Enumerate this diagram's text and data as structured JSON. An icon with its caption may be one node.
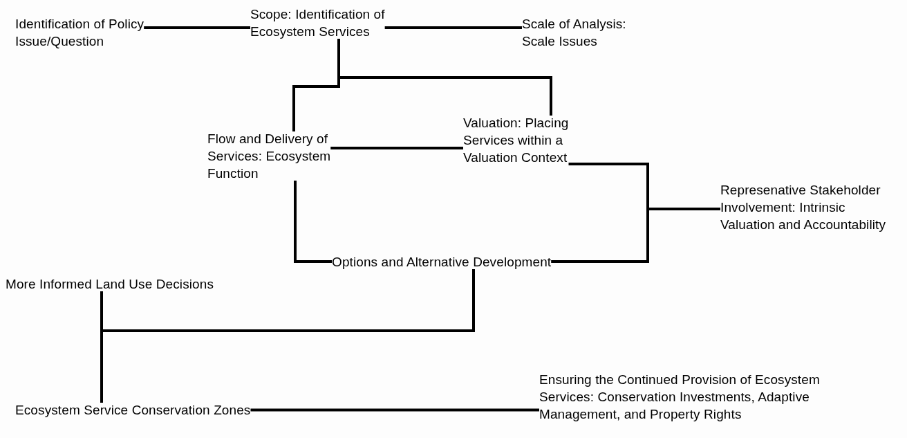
{
  "diagram": {
    "nodes": [
      {
        "text": [
          "Identification of Policy Issue/Question"
        ]
      },
      {
        "text": [
          "Scope: Identification of Ecosystem Services"
        ]
      },
      {
        "text": [
          "Scale of Analysis: Scale Issues"
        ]
      },
      {
        "text": [
          "Flow and Delivery of Services: Ecosystem Function"
        ]
      },
      {
        "text": [
          "Valuation: Placing Services within a Valuation Context"
        ]
      },
      {
        "text": [
          "Represenative Stakeholder Involvement: Intrinsic Valuation and Accountability"
        ]
      },
      {
        "text": [
          "Options and Alternative Development"
        ]
      },
      {
        "text": [
          "More Informed Land Use Decisions"
        ]
      },
      {
        "text": [
          "Ecosystem Service Conservation Zones"
        ]
      },
      {
        "text": [
          "Ensuring the Continued Provision of Ecosystem Services: Conservation Investments, Adaptive Management, and Property Rights"
        ]
      }
    ],
    "edges": [
      {
        "from": 0,
        "to": 1,
        "arrow": "none"
      },
      {
        "from": 1,
        "to": 2,
        "arrow": "none"
      },
      {
        "from": 1,
        "to": 3,
        "arrow": "none"
      },
      {
        "from": 1,
        "to": 4,
        "arrow": "none"
      },
      {
        "from": 3,
        "to": 4,
        "arrow": "none"
      },
      {
        "from": 3,
        "to": 6,
        "arrow": "none"
      },
      {
        "from": 4,
        "to": 5,
        "arrow": "none"
      },
      {
        "from": 6,
        "to": 5,
        "arrow": "none"
      },
      {
        "from": 6,
        "to": 7,
        "arrow": "none"
      },
      {
        "from": 6,
        "to": 8,
        "arrow": "none"
      },
      {
        "from": 9,
        "to": 8,
        "arrow": "none"
      }
    ]
  }
}
